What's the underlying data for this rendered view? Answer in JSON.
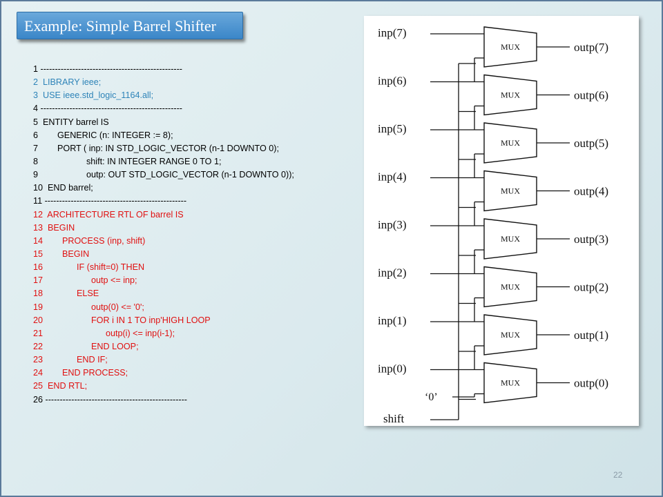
{
  "slide": {
    "title": "Example: Simple Barrel Shifter",
    "page_number": "22"
  },
  "code": [
    {
      "text": "1 -------------------------------------------------",
      "color": "black"
    },
    {
      "text": "2  LIBRARY ieee;",
      "color": "blue"
    },
    {
      "text": "3  USE ieee.std_logic_1164.all;",
      "color": "blue"
    },
    {
      "text": "4 -------------------------------------------------",
      "color": "black"
    },
    {
      "text": "5  ENTITY barrel IS",
      "color": "black"
    },
    {
      "text": "6        GENERIC (n: INTEGER := 8);",
      "color": "black"
    },
    {
      "text": "7        PORT ( inp: IN STD_LOGIC_VECTOR (n-1 DOWNTO 0);",
      "color": "black"
    },
    {
      "text": "8                    shift: IN INTEGER RANGE 0 TO 1;",
      "color": "black"
    },
    {
      "text": "9                    outp: OUT STD_LOGIC_VECTOR (n-1 DOWNTO 0));",
      "color": "black"
    },
    {
      "text": "10  END barrel;",
      "color": "black"
    },
    {
      "text": "11 -------------------------------------------------",
      "color": "black"
    },
    {
      "text": "12  ARCHITECTURE RTL OF barrel IS",
      "color": "red"
    },
    {
      "text": "13  BEGIN",
      "color": "red"
    },
    {
      "text": "14        PROCESS (inp, shift)",
      "color": "red"
    },
    {
      "text": "15        BEGIN",
      "color": "red"
    },
    {
      "text": "16              IF (shift=0) THEN",
      "color": "red"
    },
    {
      "text": "17                    outp <= inp;",
      "color": "red"
    },
    {
      "text": "18              ELSE",
      "color": "red"
    },
    {
      "text": "19                    outp(0) <= '0';",
      "color": "red"
    },
    {
      "text": "20                    FOR i IN 1 TO inp'HIGH LOOP",
      "color": "red"
    },
    {
      "text": "21                          outp(i) <= inp(i-1);",
      "color": "red"
    },
    {
      "text": "22                    END LOOP;",
      "color": "red"
    },
    {
      "text": "23              END IF;",
      "color": "red"
    },
    {
      "text": "24        END PROCESS;",
      "color": "red"
    },
    {
      "text": "25  END RTL;",
      "color": "red"
    },
    {
      "text": "26 -------------------------------------------------",
      "color": "black"
    }
  ],
  "diagram": {
    "mux_label": "MUX",
    "inputs": [
      "inp(7)",
      "inp(6)",
      "inp(5)",
      "inp(4)",
      "inp(3)",
      "inp(2)",
      "inp(1)",
      "inp(0)"
    ],
    "outputs": [
      "outp(7)",
      "outp(6)",
      "outp(5)",
      "outp(4)",
      "outp(3)",
      "outp(2)",
      "outp(1)",
      "outp(0)"
    ],
    "zero_label": "‘0’",
    "shift_label": "shift"
  }
}
